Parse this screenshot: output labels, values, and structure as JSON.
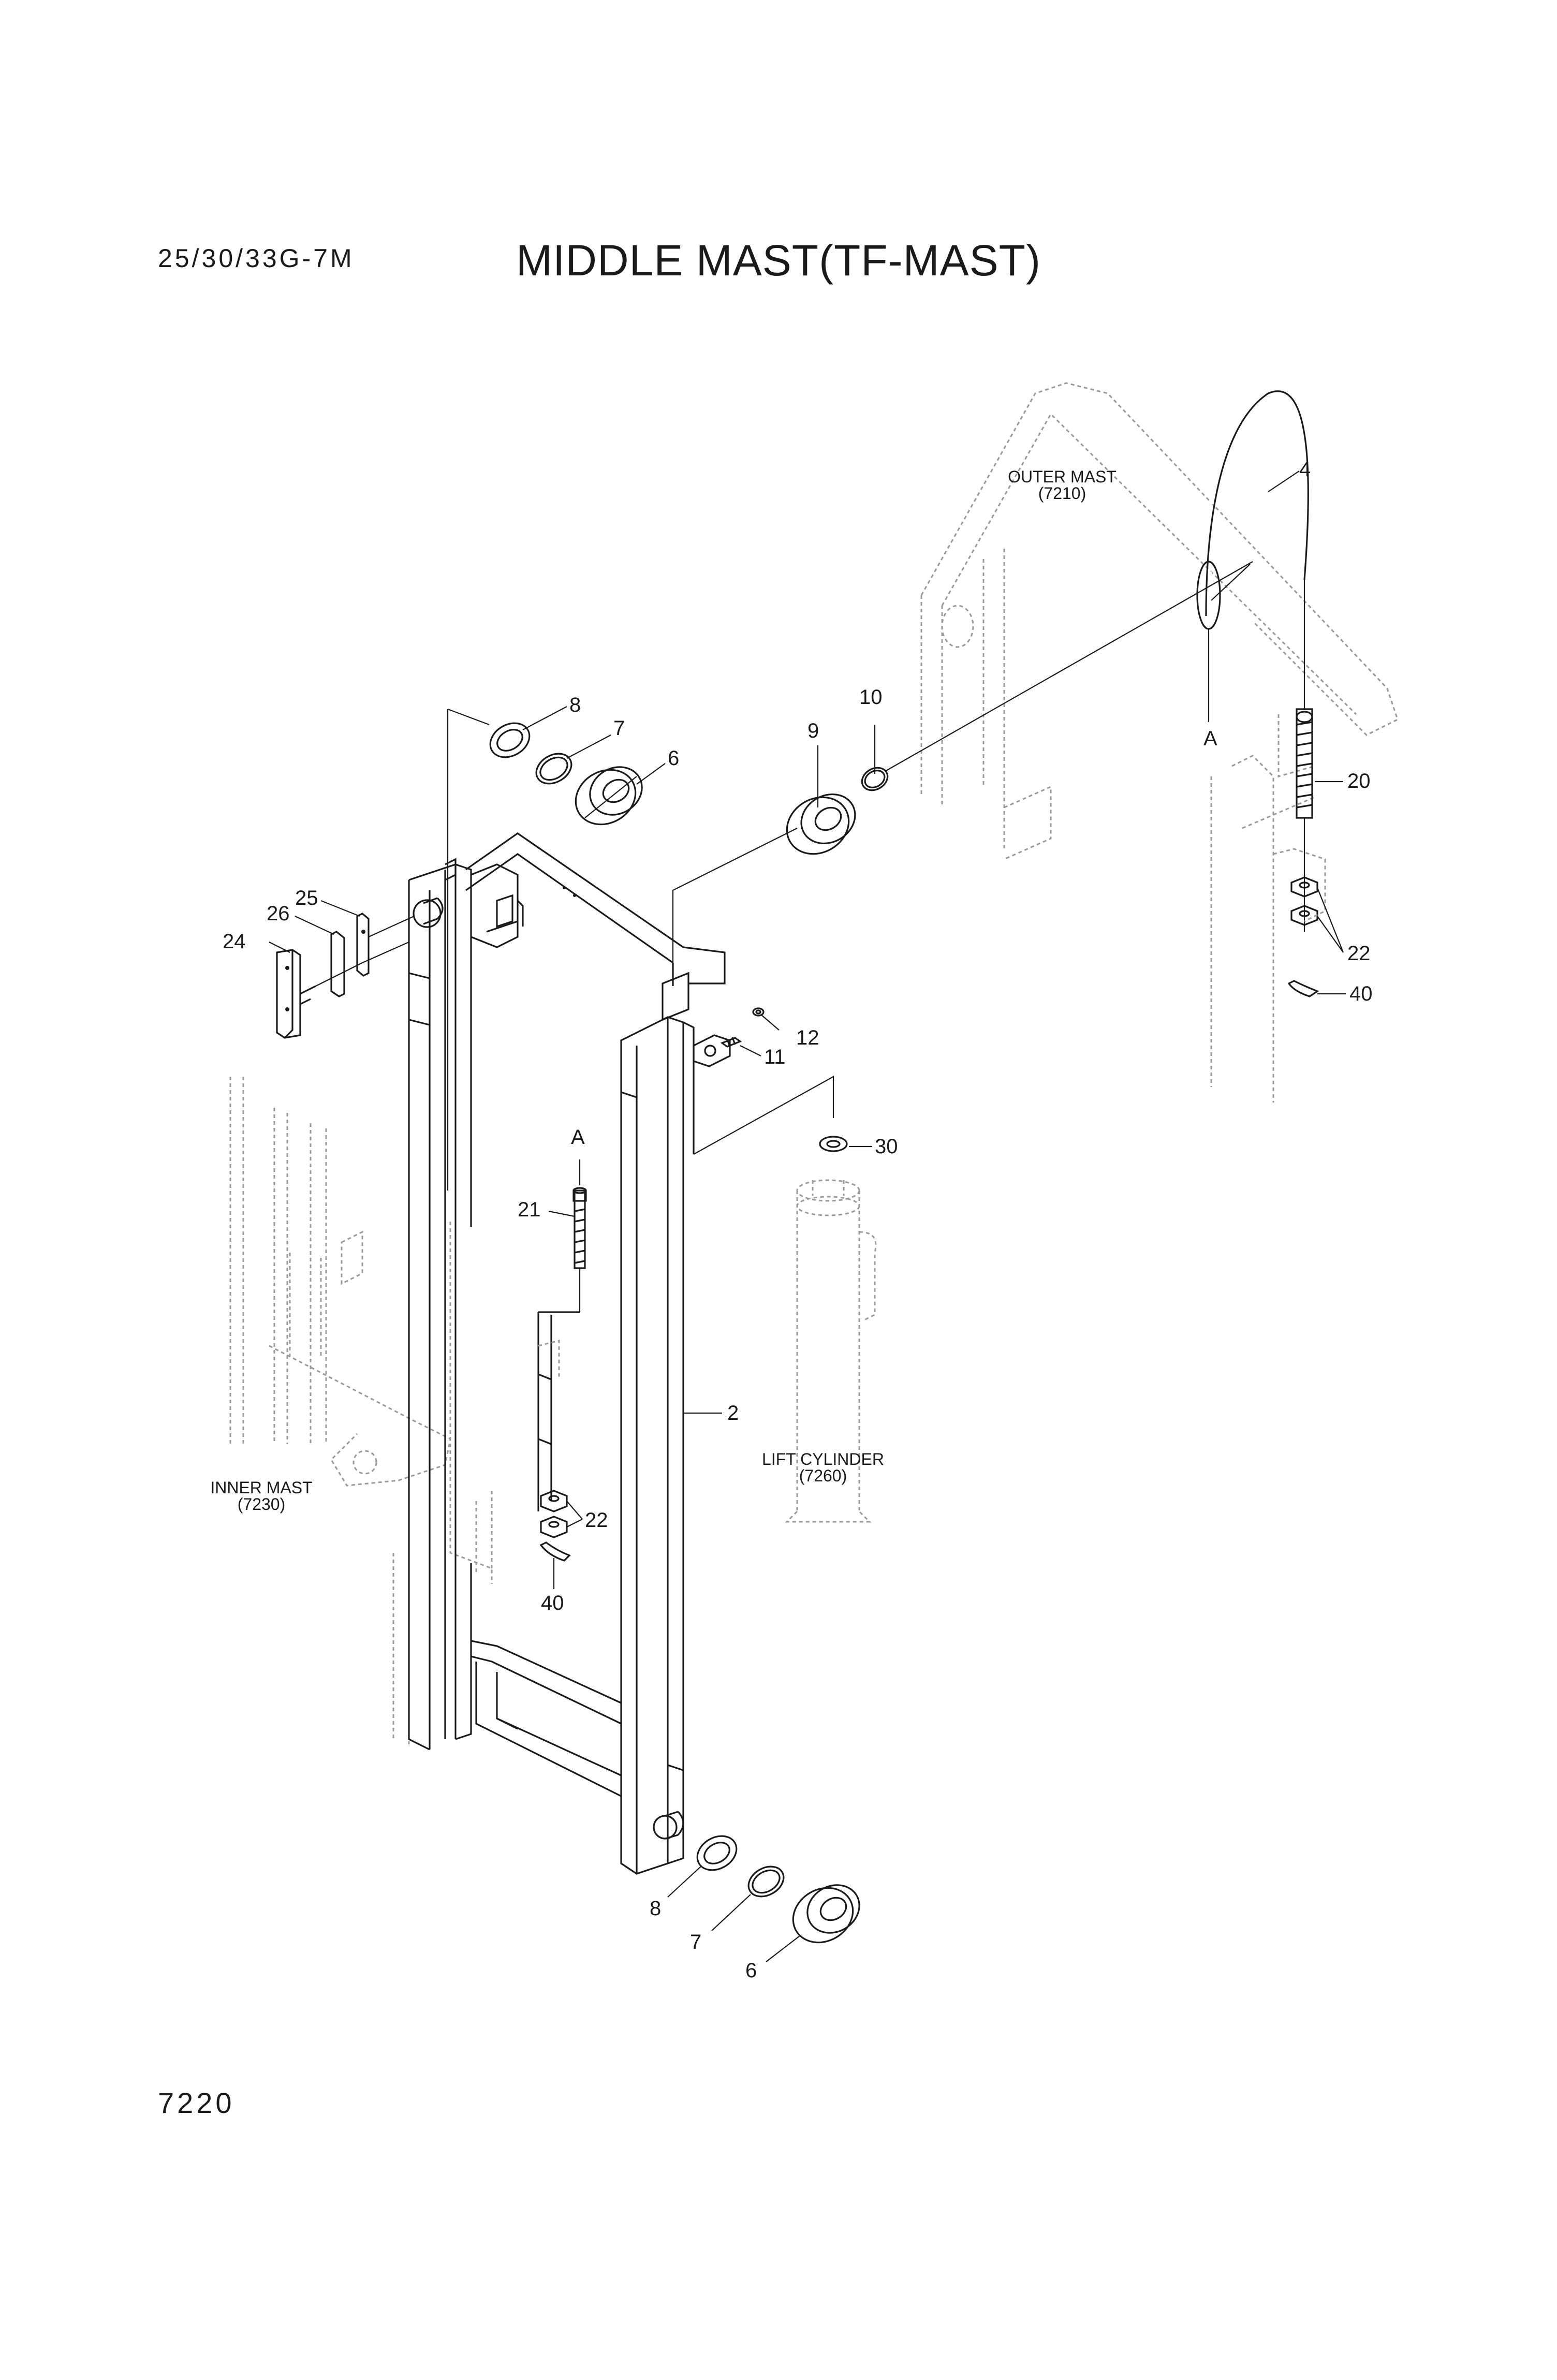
{
  "header": {
    "model": "25/30/33G-7M",
    "title": "MIDDLE MAST(TF-MAST)"
  },
  "footer": {
    "page_number": "7220"
  },
  "references": {
    "outer_mast": {
      "name": "OUTER MAST",
      "code": "(7210)"
    },
    "inner_mast": {
      "name": "INNER MAST",
      "code": "(7230)"
    },
    "lift_cylinder": {
      "name": "LIFT CYLINDER",
      "code": "(7260)"
    }
  },
  "callouts": {
    "c2": "2",
    "c4": "4",
    "c6_top": "6",
    "c7_top": "7",
    "c8_top": "8",
    "c6_bot": "6",
    "c7_bot": "7",
    "c8_bot": "8",
    "c9": "9",
    "c10": "10",
    "c11": "11",
    "c12": "12",
    "c20": "20",
    "c21": "21",
    "c22_left": "22",
    "c22_right": "22",
    "c24": "24",
    "c25": "25",
    "c26": "26",
    "c30": "30",
    "c40_left": "40",
    "c40_right": "40",
    "detail_a_chain": "A",
    "detail_a_bolt": "A"
  }
}
